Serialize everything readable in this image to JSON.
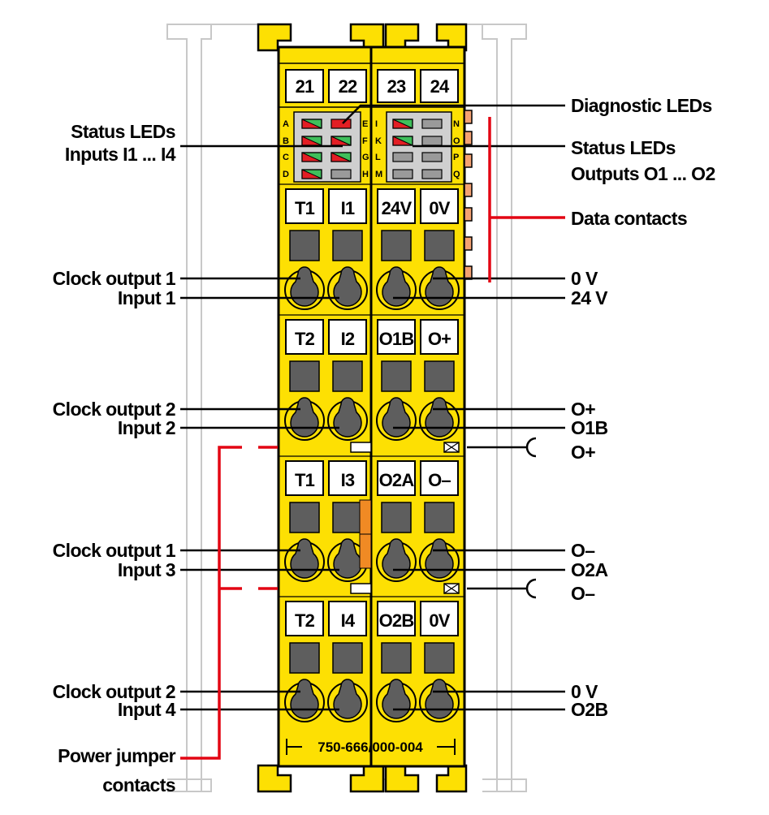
{
  "labels": {
    "status_leds_inputs_1": "Status LEDs",
    "status_leds_inputs_2": "Inputs I1 ... I4",
    "diagnostic_leds": "Diagnostic LEDs",
    "status_leds_outputs_1": "Status LEDs",
    "status_leds_outputs_2": "Outputs O1 ... O2",
    "data_contacts": "Data contacts",
    "power_jumper_1": "Power jumper",
    "power_jumper_2": "contacts",
    "part_number": "750-666/000-004"
  },
  "terminal_numbers": [
    "21",
    "22",
    "23",
    "24"
  ],
  "terminal_blocks": [
    {
      "left_tags": [
        "T1",
        "I1"
      ],
      "right_tags": [
        "24V",
        "0V"
      ],
      "left_labels": [
        "Clock output 1",
        "Input 1"
      ],
      "right_labels": [
        "0 V",
        "24 V"
      ]
    },
    {
      "left_tags": [
        "T2",
        "I2"
      ],
      "right_tags": [
        "O1B",
        "O+"
      ],
      "left_labels": [
        "Clock output 2",
        "Input 2"
      ],
      "right_labels": [
        "O+",
        "O1B"
      ]
    },
    {
      "left_tags": [
        "T1",
        "I3"
      ],
      "right_tags": [
        "O2A",
        "O–"
      ],
      "left_labels": [
        "Clock output 1",
        "Input 3"
      ],
      "right_labels": [
        "O–",
        "O2A"
      ]
    },
    {
      "left_tags": [
        "T2",
        "I4"
      ],
      "right_tags": [
        "O2B",
        "0V"
      ],
      "left_labels": [
        "Clock output 2",
        "Input 4"
      ],
      "right_labels": [
        "0 V",
        "O2B"
      ]
    }
  ],
  "power_jumper_labels": [
    "O+",
    "O–"
  ],
  "led_letters": {
    "left_outer": [
      "A",
      "B",
      "C",
      "D"
    ],
    "left_inner": [
      "E",
      "F",
      "G",
      "H"
    ],
    "right_outer": [
      "I",
      "K",
      "L",
      "M"
    ],
    "right_inner": [
      "N",
      "O",
      "P",
      "Q"
    ]
  },
  "colors": {
    "housing_yellow": "#fde003",
    "outline": "#000000",
    "screw_gray": "#5e5e5e",
    "led_panel": "#cfcfcf",
    "led_green": "#3fbf5b",
    "led_red": "#e31e24",
    "leader_red": "#e30613",
    "contact_orange": "#f4a272",
    "rail_gray": "#c8c8c8"
  }
}
